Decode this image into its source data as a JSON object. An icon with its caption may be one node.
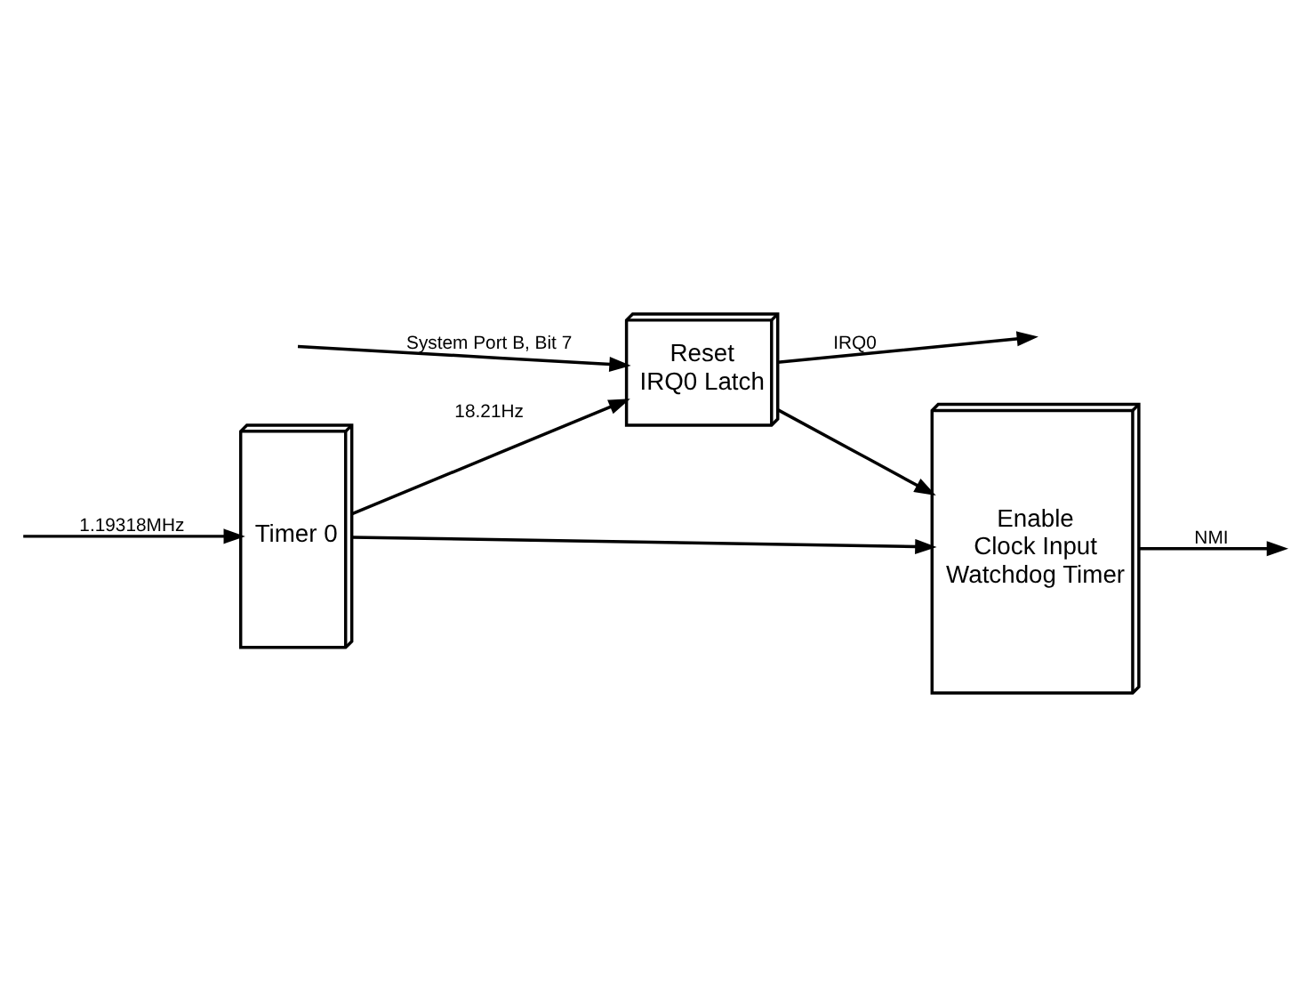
{
  "diagram": {
    "nodes": [
      {
        "text": [
          "Timer 0"
        ]
      },
      {
        "text": [
          "Reset",
          "IRQ0 Latch"
        ]
      },
      {
        "text": [
          "Enable",
          "Clock Input",
          "Watchdog Timer"
        ]
      }
    ],
    "edges": [
      {
        "from": null,
        "to": 0,
        "arrow": "to",
        "label": "1.19318MHz"
      },
      {
        "from": null,
        "to": 1,
        "arrow": "to",
        "label": "System Port B, Bit 7"
      },
      {
        "from": 0,
        "to": 1,
        "arrow": "to",
        "label": "18.21Hz"
      },
      {
        "from": 1,
        "to": null,
        "arrow": "to",
        "label": "IRQ0"
      },
      {
        "from": 1,
        "to": 2,
        "arrow": "to"
      },
      {
        "from": 0,
        "to": 2,
        "arrow": "to"
      },
      {
        "from": 2,
        "to": null,
        "arrow": "to",
        "label": "NMI"
      }
    ]
  }
}
